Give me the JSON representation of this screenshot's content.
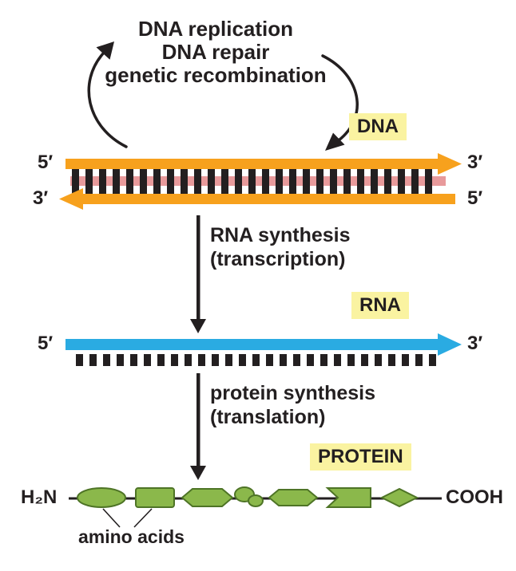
{
  "cycle": {
    "line1": "DNA replication",
    "line2": "DNA repair",
    "line3": "genetic recombination"
  },
  "dna": {
    "badge": "DNA",
    "top_left_end": "5′",
    "top_right_end": "3′",
    "bottom_left_end": "3′",
    "bottom_right_end": "5′"
  },
  "transcription": {
    "line1": "RNA synthesis",
    "line2": "(transcription)"
  },
  "rna": {
    "badge": "RNA",
    "left_end": "5′",
    "right_end": "3′"
  },
  "translation": {
    "line1": "protein synthesis",
    "line2": "(translation)"
  },
  "protein": {
    "badge": "PROTEIN",
    "left_terminus": "H₂N",
    "right_terminus": "COOH",
    "annotation": "amino acids"
  },
  "colors": {
    "dna_strand": "#f7a11d",
    "rna_strand": "#2aabe2",
    "dna_core": "#e89a9b",
    "badge_bg": "#faf3a1",
    "base_pair": "#231f20",
    "amino_fill": "#8bb84b",
    "amino_dark": "#4e7426"
  }
}
